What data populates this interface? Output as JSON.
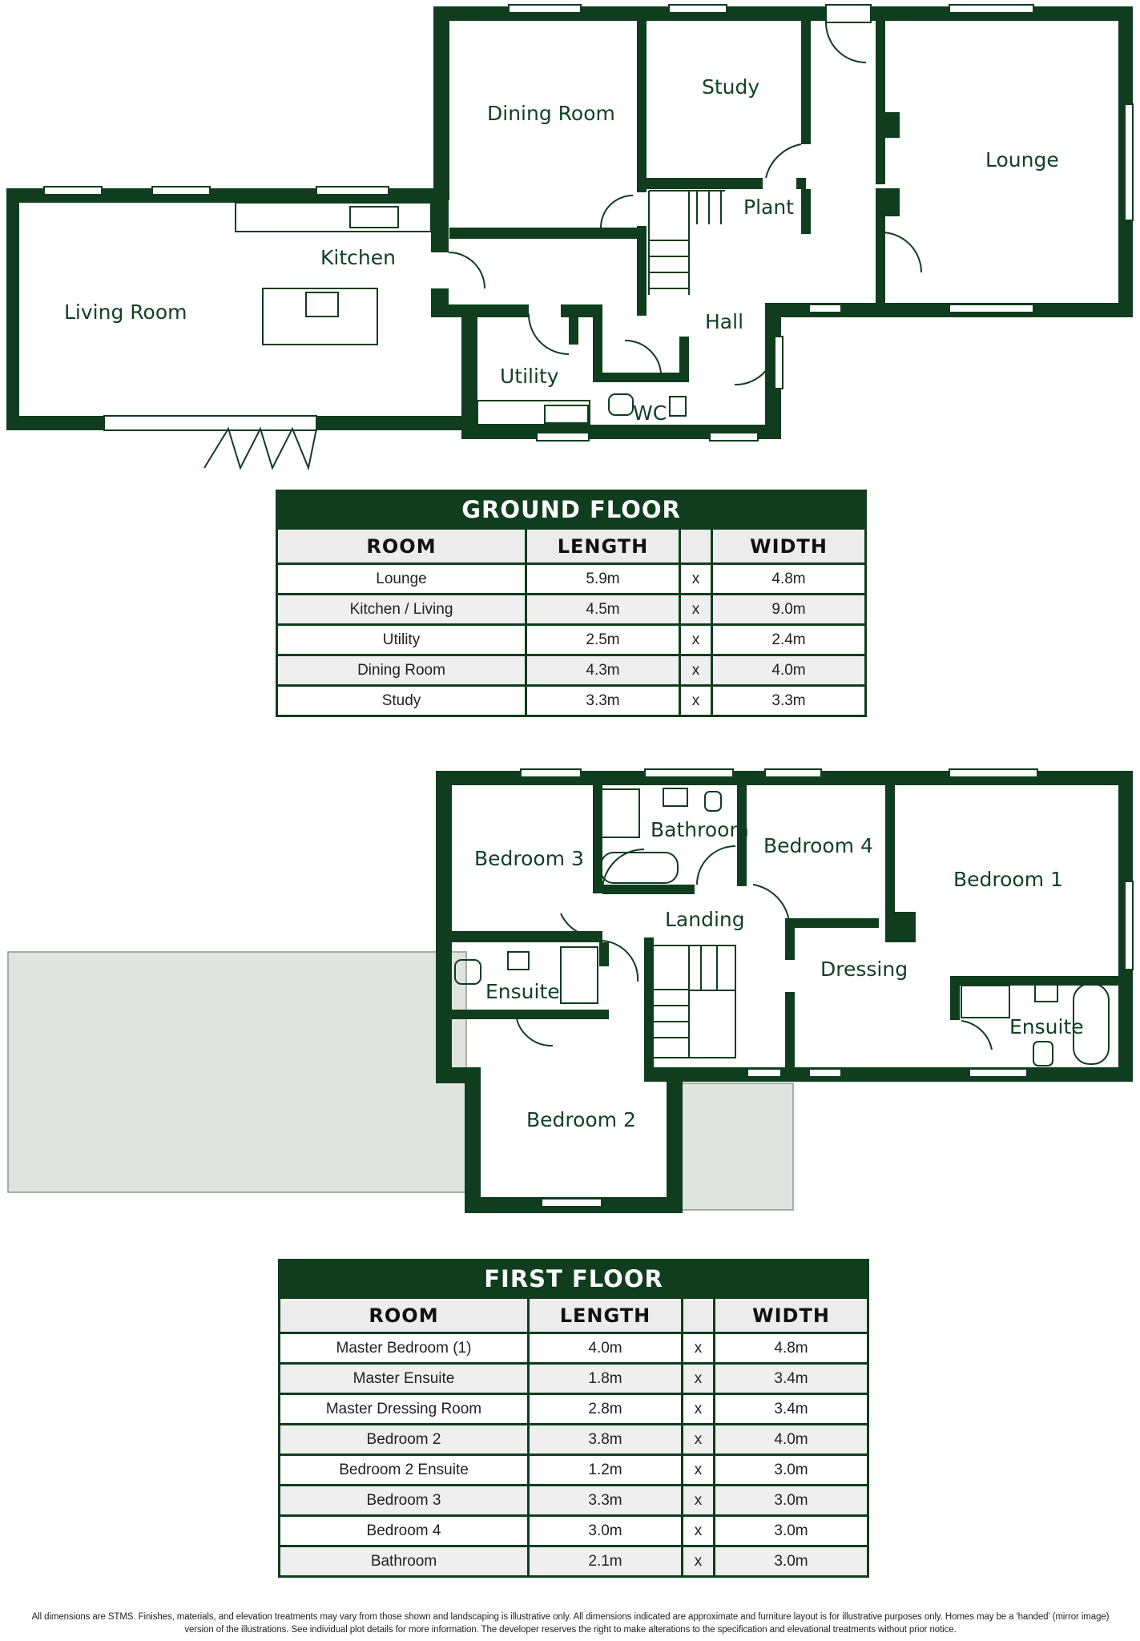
{
  "ground_floor_plan": {
    "rooms": [
      "Dining Room",
      "Study",
      "Lounge",
      "Plant",
      "Kitchen",
      "Living Room",
      "Hall",
      "Utility",
      "WC"
    ]
  },
  "ground_floor_table": {
    "title": "GROUND FLOOR",
    "headers": {
      "room": "ROOM",
      "length": "LENGTH",
      "width": "WIDTH"
    },
    "rows": [
      {
        "room": "Lounge",
        "length": "5.9m",
        "x": "x",
        "width": "4.8m"
      },
      {
        "room": "Kitchen / Living",
        "length": "4.5m",
        "x": "x",
        "width": "9.0m"
      },
      {
        "room": "Utility",
        "length": "2.5m",
        "x": "x",
        "width": "2.4m"
      },
      {
        "room": "Dining Room",
        "length": "4.3m",
        "x": "x",
        "width": "4.0m"
      },
      {
        "room": "Study",
        "length": "3.3m",
        "x": "x",
        "width": "3.3m"
      }
    ]
  },
  "first_floor_plan": {
    "rooms": [
      "Bathroom",
      "Bedroom 3",
      "Bedroom 4",
      "Bedroom 1",
      "Landing",
      "Dressing",
      "Ensuite",
      "Ensuite",
      "Bedroom 2"
    ]
  },
  "first_floor_table": {
    "title": "FIRST FLOOR",
    "headers": {
      "room": "ROOM",
      "length": "LENGTH",
      "width": "WIDTH"
    },
    "rows": [
      {
        "room": "Master Bedroom (1)",
        "length": "4.0m",
        "x": "x",
        "width": "4.8m"
      },
      {
        "room": "Master Ensuite",
        "length": "1.8m",
        "x": "x",
        "width": "3.4m"
      },
      {
        "room": "Master Dressing Room",
        "length": "2.8m",
        "x": "x",
        "width": "3.4m"
      },
      {
        "room": "Bedroom 2",
        "length": "3.8m",
        "x": "x",
        "width": "4.0m"
      },
      {
        "room": "Bedroom 2 Ensuite",
        "length": "1.2m",
        "x": "x",
        "width": "3.0m"
      },
      {
        "room": "Bedroom 3",
        "length": "3.3m",
        "x": "x",
        "width": "3.0m"
      },
      {
        "room": "Bedroom 4",
        "length": "3.0m",
        "x": "x",
        "width": "3.0m"
      },
      {
        "room": "Bathroom",
        "length": "2.1m",
        "x": "x",
        "width": "3.0m"
      }
    ]
  },
  "disclaimer": "All dimensions are STMS. Finishes, materials, and elevation treatments may vary from those shown and landscaping is illustrative only. All dimensions indicated are approximate and furniture layout is for illustrative purposes only. Homes may be a 'handed' (mirror image) version of the illustrations. See individual plot details for more information. The developer reserves the right to make alterations to the specification and elevational treatments without prior notice.",
  "colors": {
    "wall": "#0f3d1d",
    "roof_shade": "#dfe4df",
    "table_header_bg": "#ececec"
  }
}
